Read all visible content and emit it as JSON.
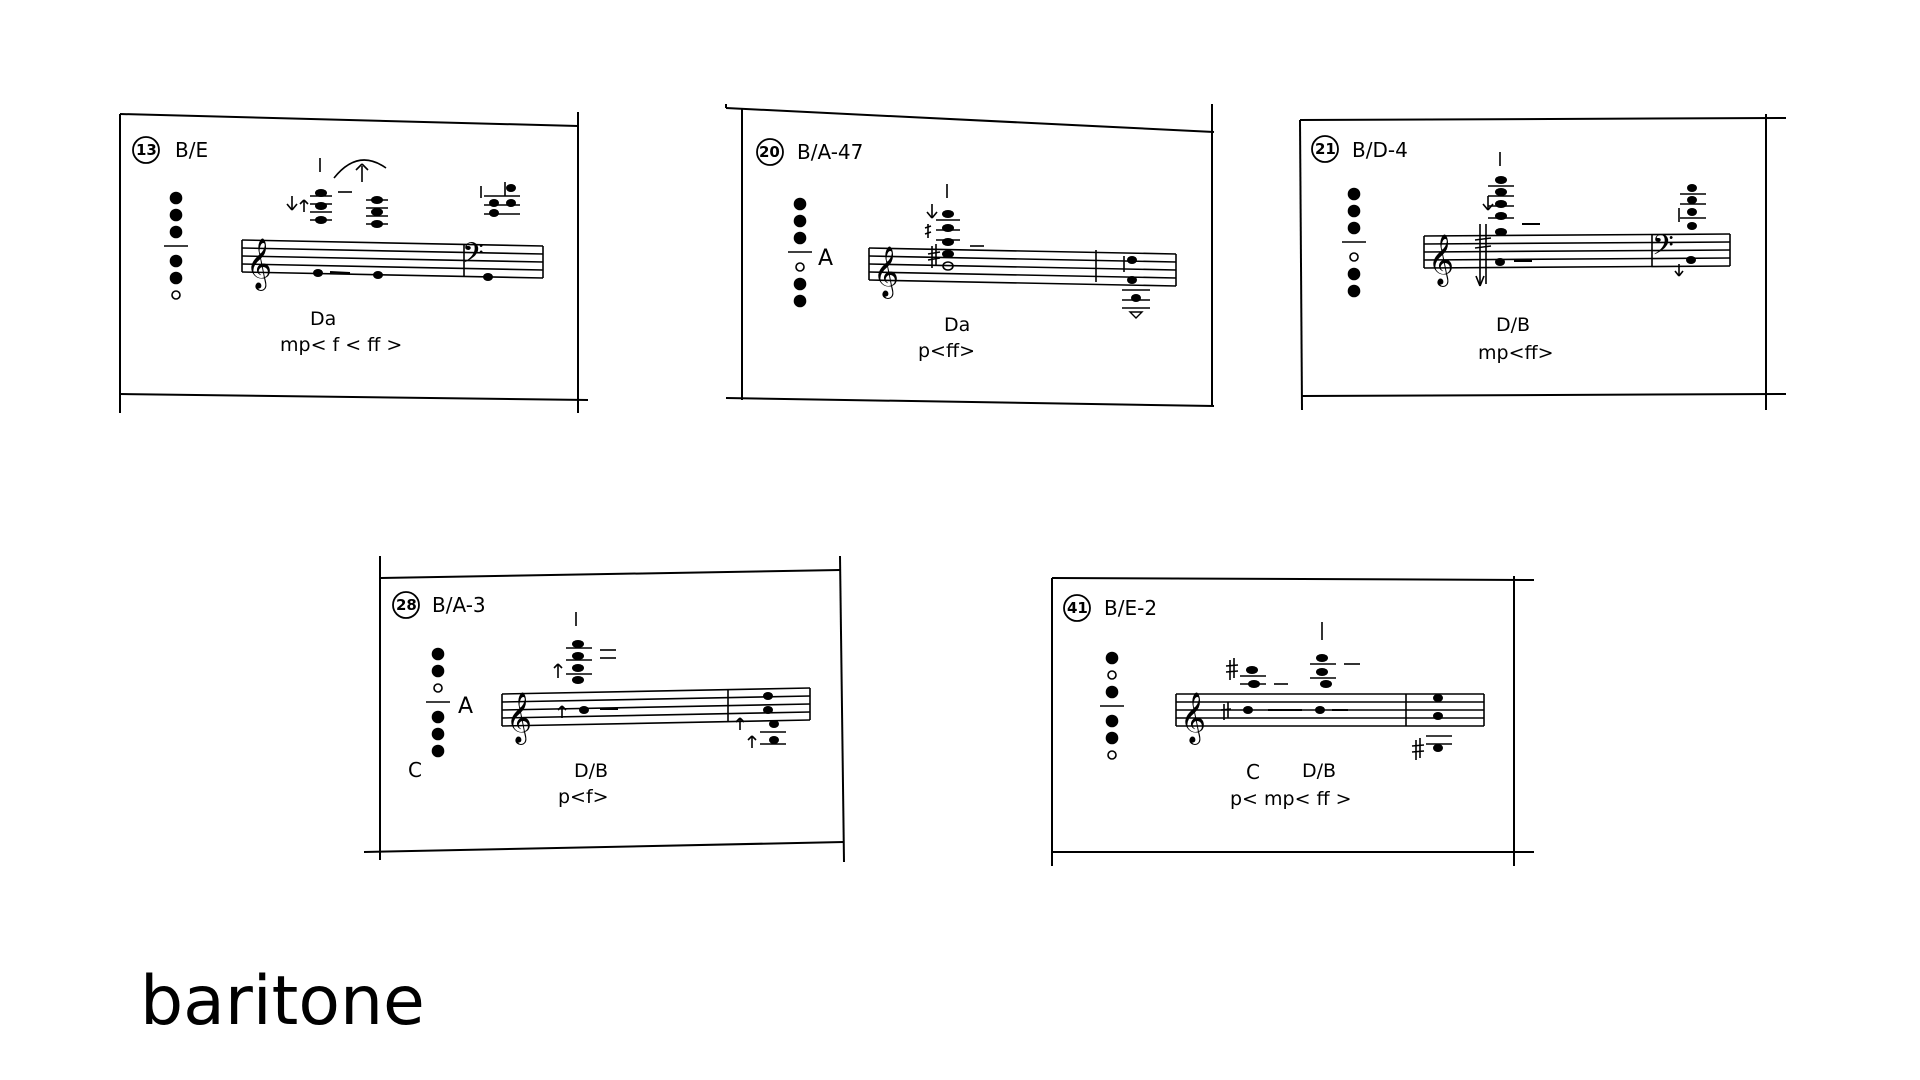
{
  "caption": "baritone",
  "cards": [
    {
      "number": "13",
      "code": "B/E",
      "technique": "Da",
      "dynamics": "mp< f < ff >",
      "side_key": "",
      "pad": ""
    },
    {
      "number": "20",
      "code": "B/A-47",
      "technique": "Da",
      "dynamics": "p<ff>",
      "side_key": "A",
      "pad": ""
    },
    {
      "number": "21",
      "code": "B/D-4",
      "technique": "D/B",
      "dynamics": "mp<ff>",
      "side_key": "",
      "pad": ""
    },
    {
      "number": "28",
      "code": "B/A-3",
      "technique": "D/B",
      "dynamics": "p<f>",
      "side_key": "A",
      "pad": "C"
    },
    {
      "number": "41",
      "code": "B/E-2",
      "technique": "D/B",
      "dynamics": "p< mp< ff >",
      "side_key": "",
      "pad": "C"
    }
  ],
  "fingering": {
    "13": [
      "filled",
      "filled",
      "filled",
      "filled",
      "filled",
      "open"
    ],
    "20": [
      "filled",
      "filled",
      "filled",
      "open",
      "filled",
      "filled"
    ],
    "21": [
      "filled",
      "filled",
      "filled",
      "open",
      "filled",
      "filled"
    ],
    "28": [
      "filled",
      "filled",
      "open",
      "filled",
      "filled",
      "filled"
    ],
    "41": [
      "filled",
      "open",
      "filled",
      "filled",
      "filled",
      "open"
    ]
  }
}
